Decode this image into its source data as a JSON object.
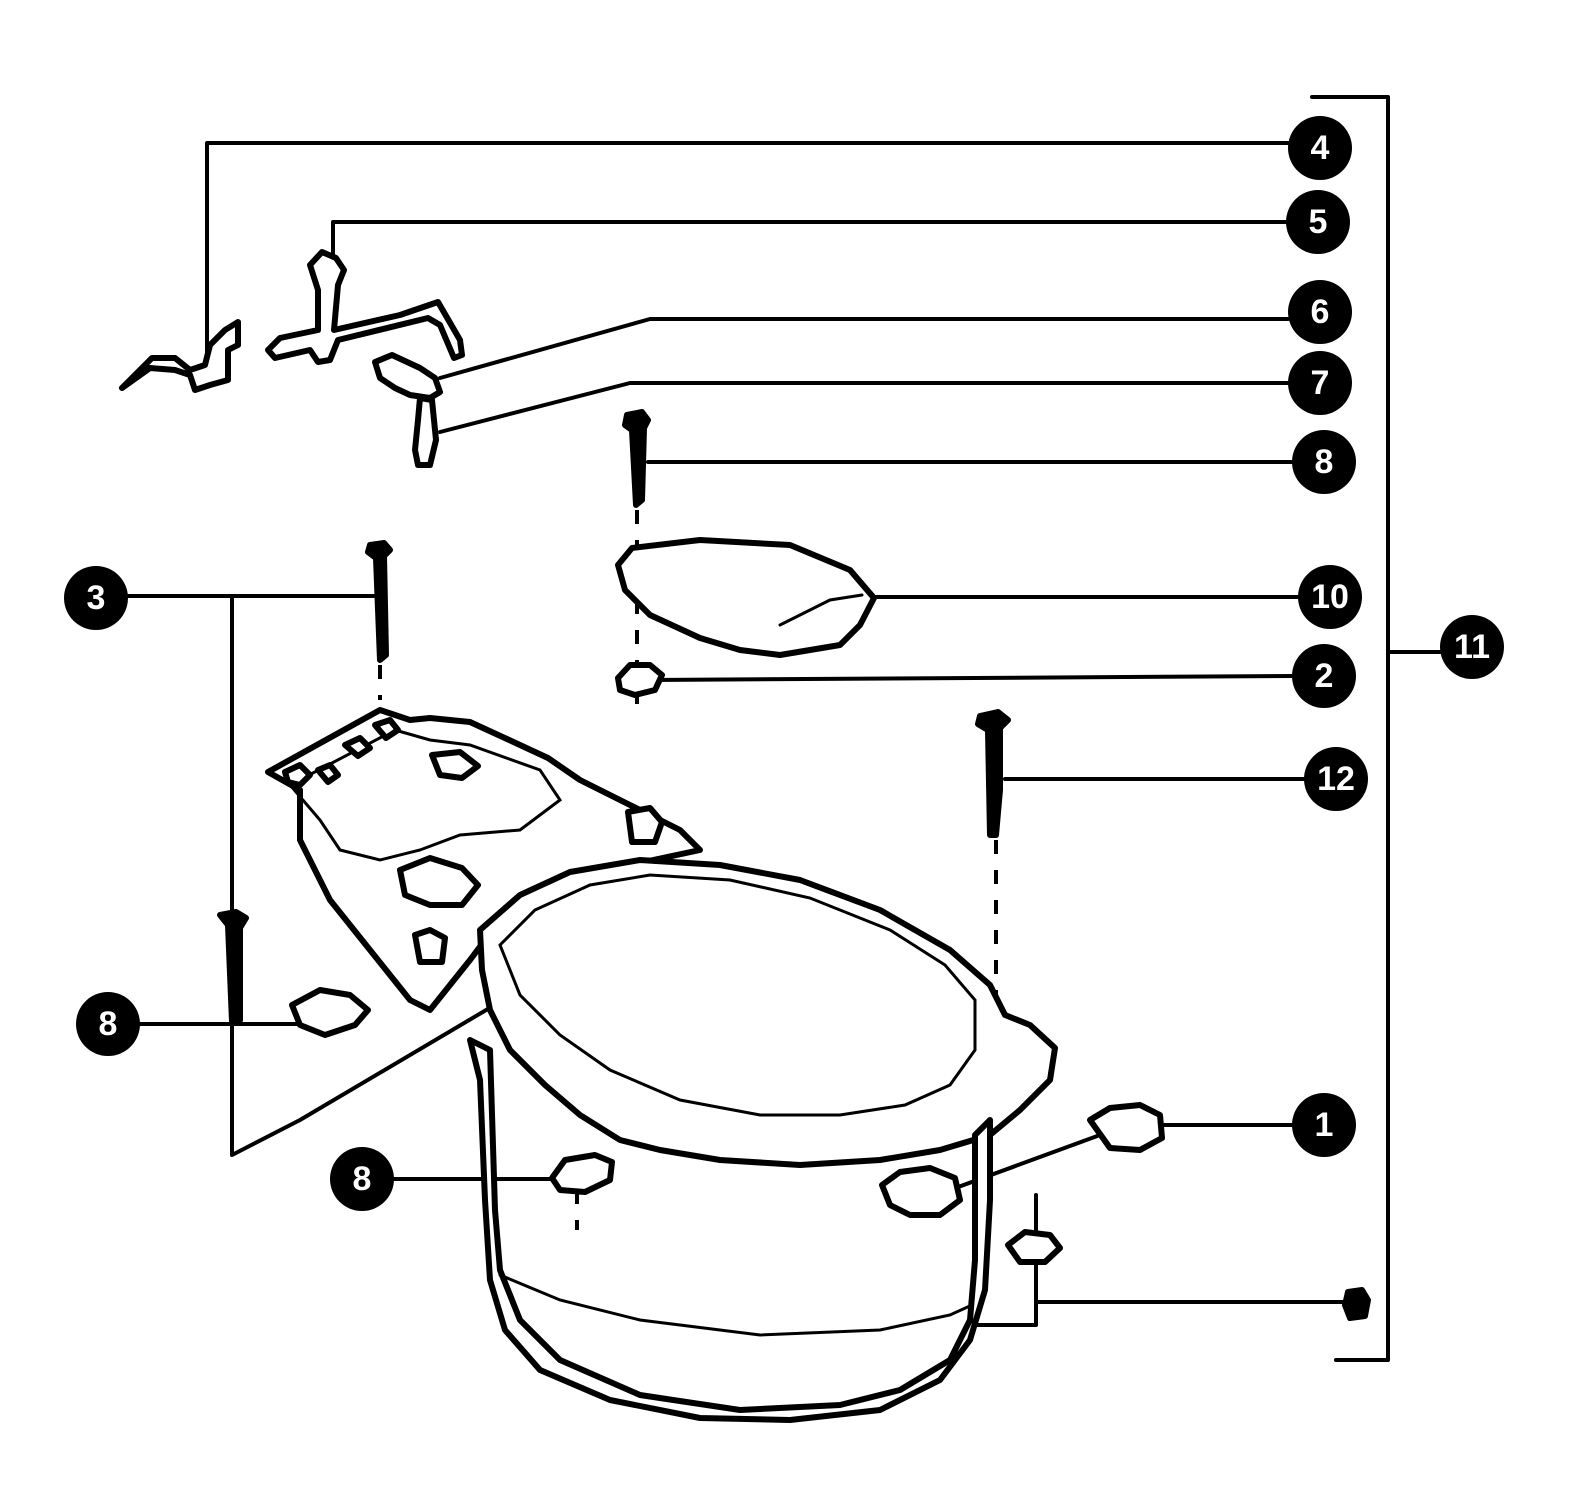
{
  "callouts": [
    {
      "id": "c4",
      "label": "4"
    },
    {
      "id": "c5",
      "label": "5"
    },
    {
      "id": "c6",
      "label": "6"
    },
    {
      "id": "c7",
      "label": "7"
    },
    {
      "id": "c8a",
      "label": "8"
    },
    {
      "id": "c10",
      "label": "10"
    },
    {
      "id": "c2",
      "label": "2"
    },
    {
      "id": "c11",
      "label": "11"
    },
    {
      "id": "c12",
      "label": "12"
    },
    {
      "id": "c3",
      "label": "3"
    },
    {
      "id": "c8b",
      "label": "8"
    },
    {
      "id": "c1",
      "label": "1"
    },
    {
      "id": "c8c",
      "label": "8"
    }
  ],
  "colors": {
    "ink": "#000000",
    "background": "#ffffff",
    "callout_text": "#ffffff"
  }
}
